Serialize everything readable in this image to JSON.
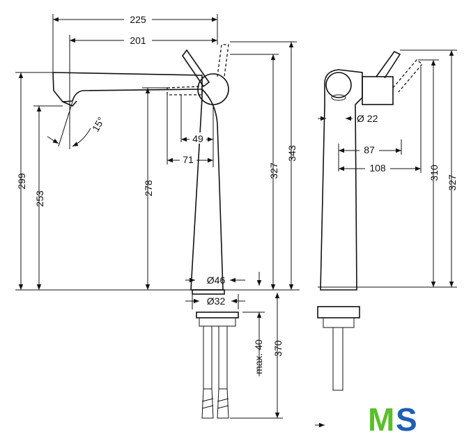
{
  "dimensions": {
    "top_width_total": "225",
    "top_width_inner": "201",
    "lever_offset": "49",
    "lever_offset_outer": "71",
    "height_overall": "299",
    "spout_height": "253",
    "lever_height": "278",
    "body_height": "327",
    "total_height": "343",
    "base_diameter": "Ø46",
    "shank_diameter": "Ø32",
    "max_thickness": "max. 40",
    "hose_length": "370",
    "spout_angle": "15°",
    "side_spout_diameter": "Ø 22",
    "side_lever_87": "87",
    "side_lever_108": "108",
    "side_height_310": "310",
    "side_height_327": "327"
  },
  "logo": {
    "letters_green": "M",
    "letters_blue": "S",
    "color_green": "#5bbf2a",
    "color_blue": "#1f5fb4"
  }
}
